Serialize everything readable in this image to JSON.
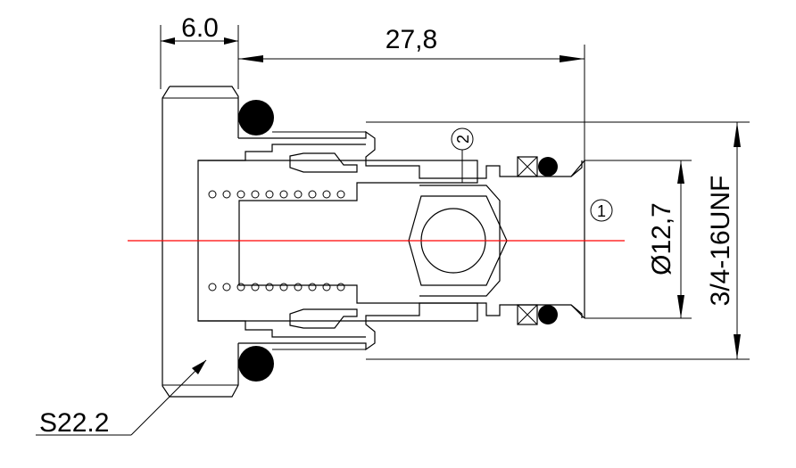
{
  "drawing": {
    "dimensions": {
      "width_top_left": "6.0",
      "length_top": "27,8",
      "bore_diameter": "Ø12,7",
      "thread_spec": "3/4-16UNF",
      "wrench_size": "S22.2"
    },
    "balloons": {
      "item_1": "1",
      "item_2": "2"
    },
    "colors": {
      "line": "#000000",
      "centerline": "#ff0000",
      "background": "#ffffff"
    }
  }
}
